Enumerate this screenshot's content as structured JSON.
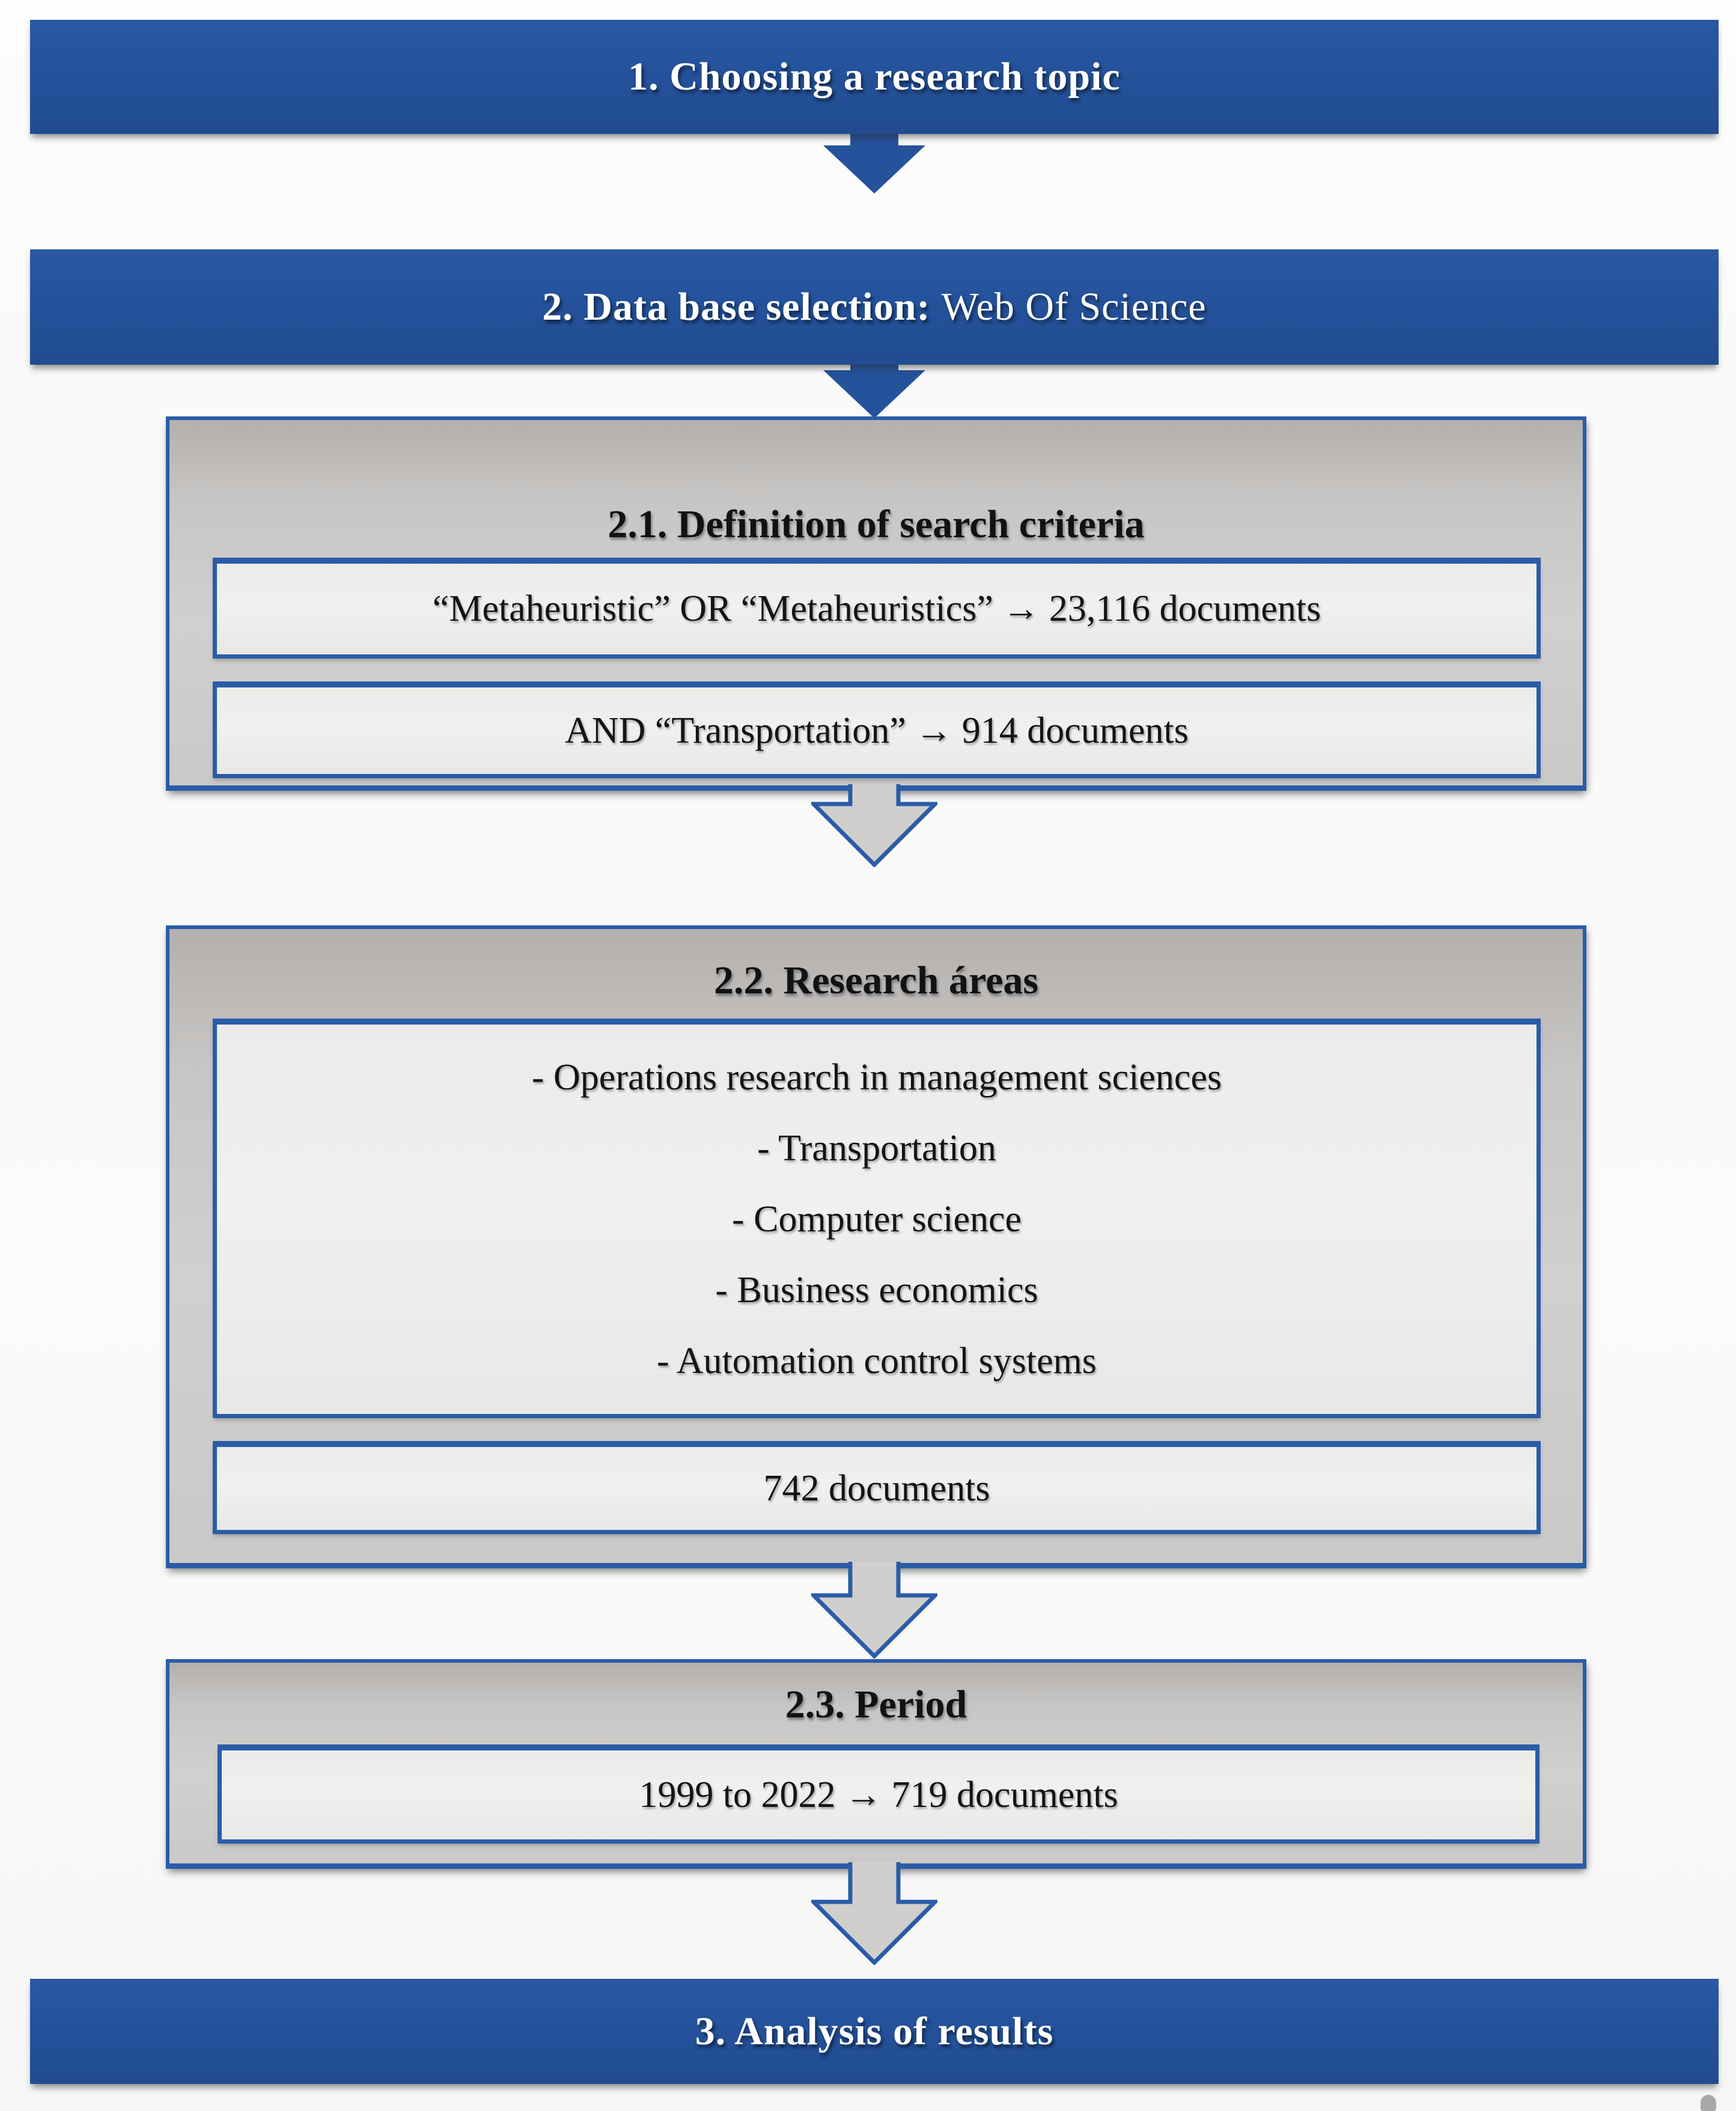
{
  "diagram": {
    "step1": {
      "label": "1. Choosing a research topic"
    },
    "step2": {
      "label_bold": "2. Data base selection:",
      "label_rest": "Web Of Science"
    },
    "step21": {
      "title": "2.1. Definition of search criteria",
      "criteria1": "“Metaheuristic” OR “Metaheuristics” → 23,116 documents",
      "criteria2": "AND “Transportation” → 914 documents"
    },
    "step22": {
      "title": "2.2. Research áreas",
      "areas": [
        "- Operations research in management sciences",
        "- Transportation",
        "- Computer science",
        "- Business economics",
        "- Automation control systems"
      ],
      "result": "742 documents"
    },
    "step23": {
      "title": "2.3. Period",
      "period": "1999 to 2022 → 719 documents"
    },
    "step3": {
      "label": "3. Analysis of results"
    },
    "colors": {
      "bar_blue": "#24529B",
      "border_blue": "#2A5CA8",
      "box_gray": "#CBC9C7",
      "inner_panel": "#EDECEA"
    }
  }
}
